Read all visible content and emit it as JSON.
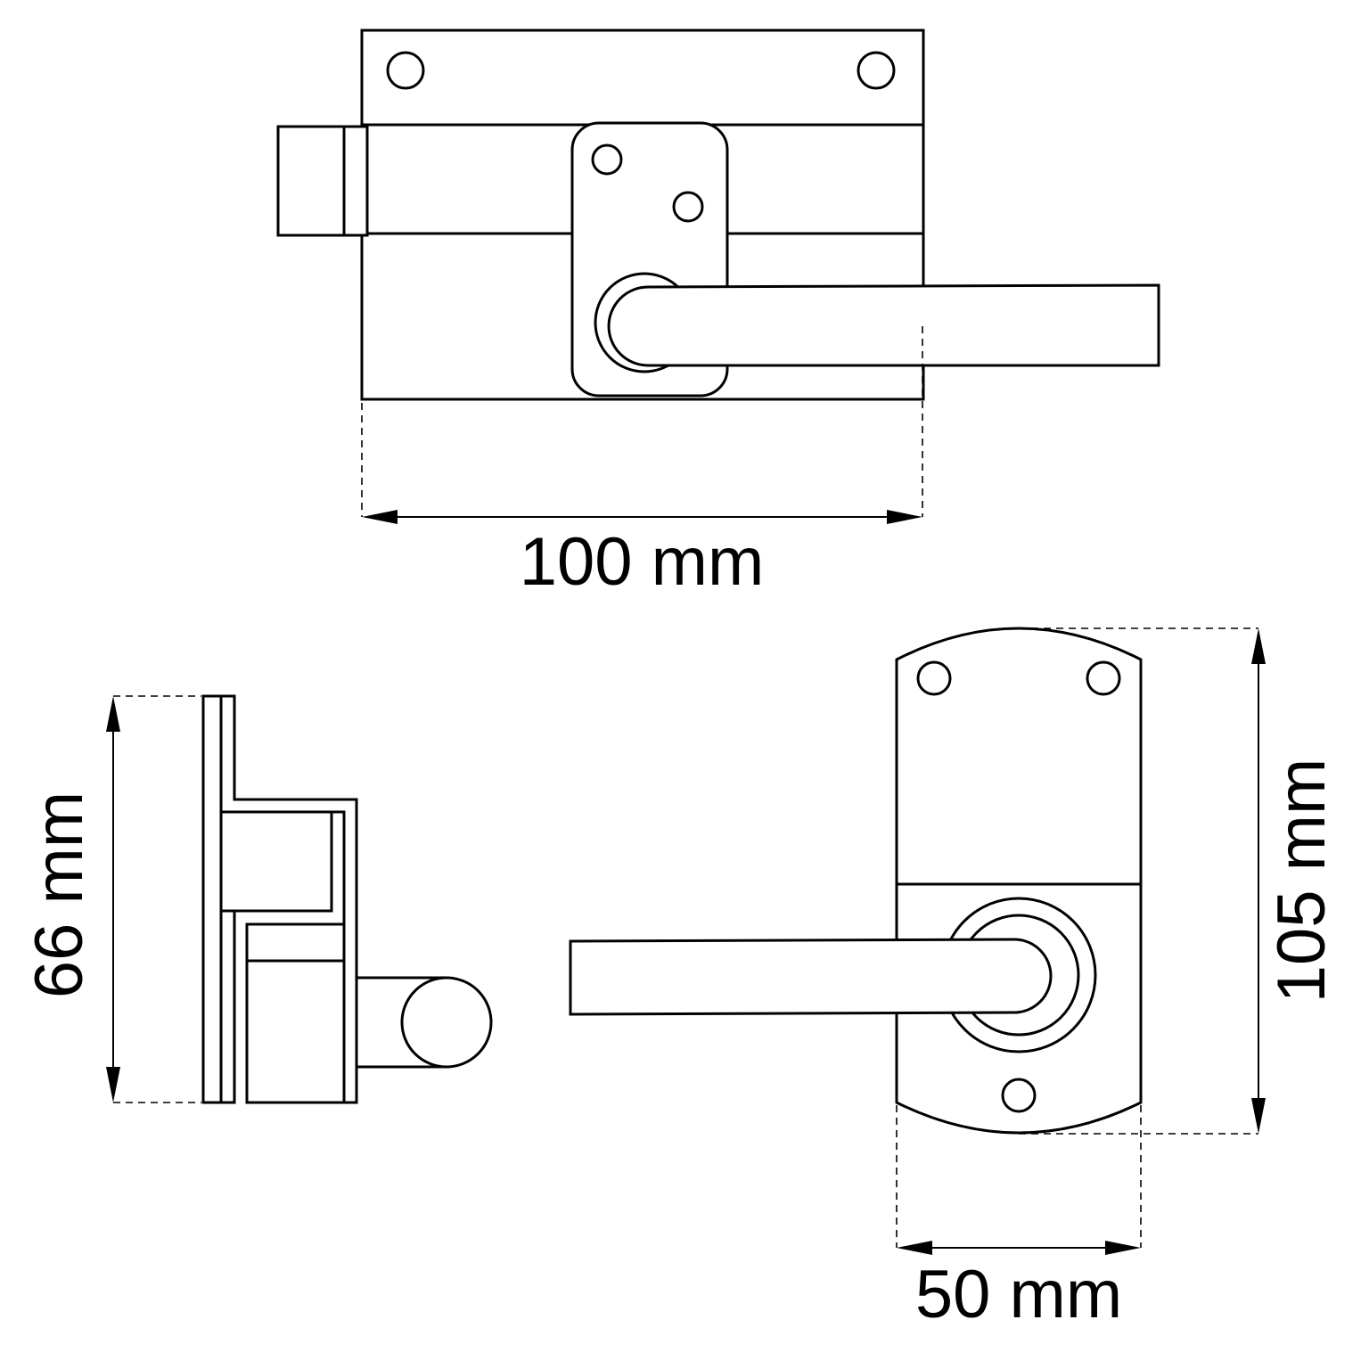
{
  "dimensions": {
    "width_top": "100 mm",
    "height_side": "66 mm",
    "height_front": "105 mm",
    "width_front": "50 mm"
  }
}
